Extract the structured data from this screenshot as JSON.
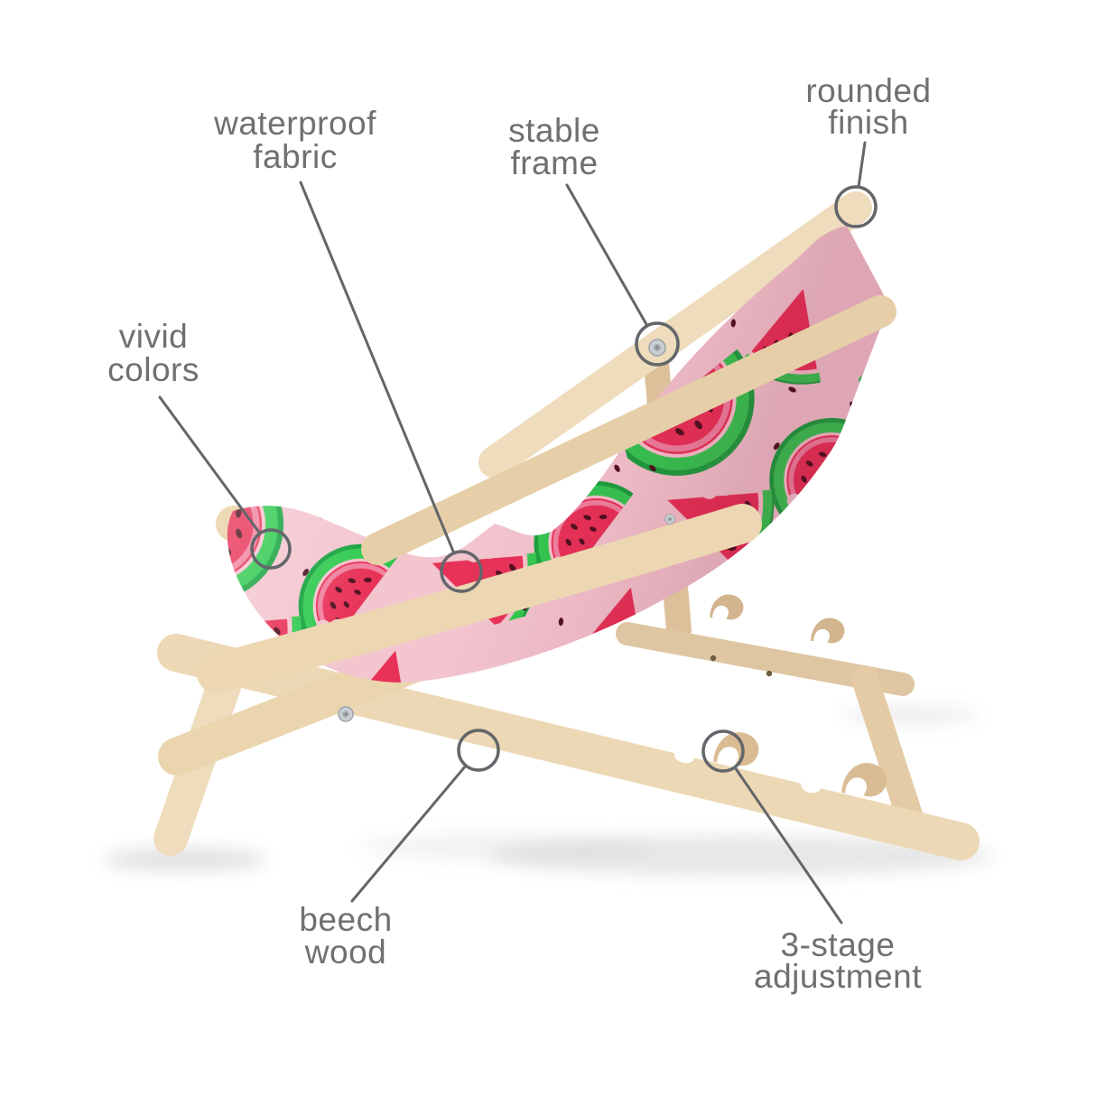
{
  "page": {
    "background_color": "#ffffff",
    "description": "product feature diagram of a folding wooden deck chair with watermelon-print sling"
  },
  "style": {
    "annotation_text_color": "#6e7073",
    "annotation_line_color": "#63666a"
  },
  "product": {
    "frame_material_shown": "beech wood",
    "colors": {
      "wood_light": "#eedcbc",
      "wood_mid": "#e6cfa8",
      "wood_dark": "#d9bc92",
      "fabric_pink": "#f3c5ce",
      "melon_red": "#e82f55",
      "melon_red_light": "#f0809f",
      "rind_green": "#2ec94e",
      "rind_green_dark": "#14a13c",
      "seed_brown": "#4a0c1b",
      "screw_metal": "#c9ced2"
    }
  },
  "callouts": {
    "waterproof_fabric": {
      "line1": "waterproof",
      "line2": "fabric"
    },
    "stable_frame": {
      "line1": "stable",
      "line2": "frame"
    },
    "rounded_finish": {
      "line1": "rounded",
      "line2": "finish"
    },
    "vivid_colors": {
      "line1": "vivid",
      "line2": "colors"
    },
    "beech_wood": {
      "line1": "beech",
      "line2": "wood"
    },
    "three_stage_adjustment": {
      "line1": "3-stage",
      "line2": "adjustment"
    }
  }
}
